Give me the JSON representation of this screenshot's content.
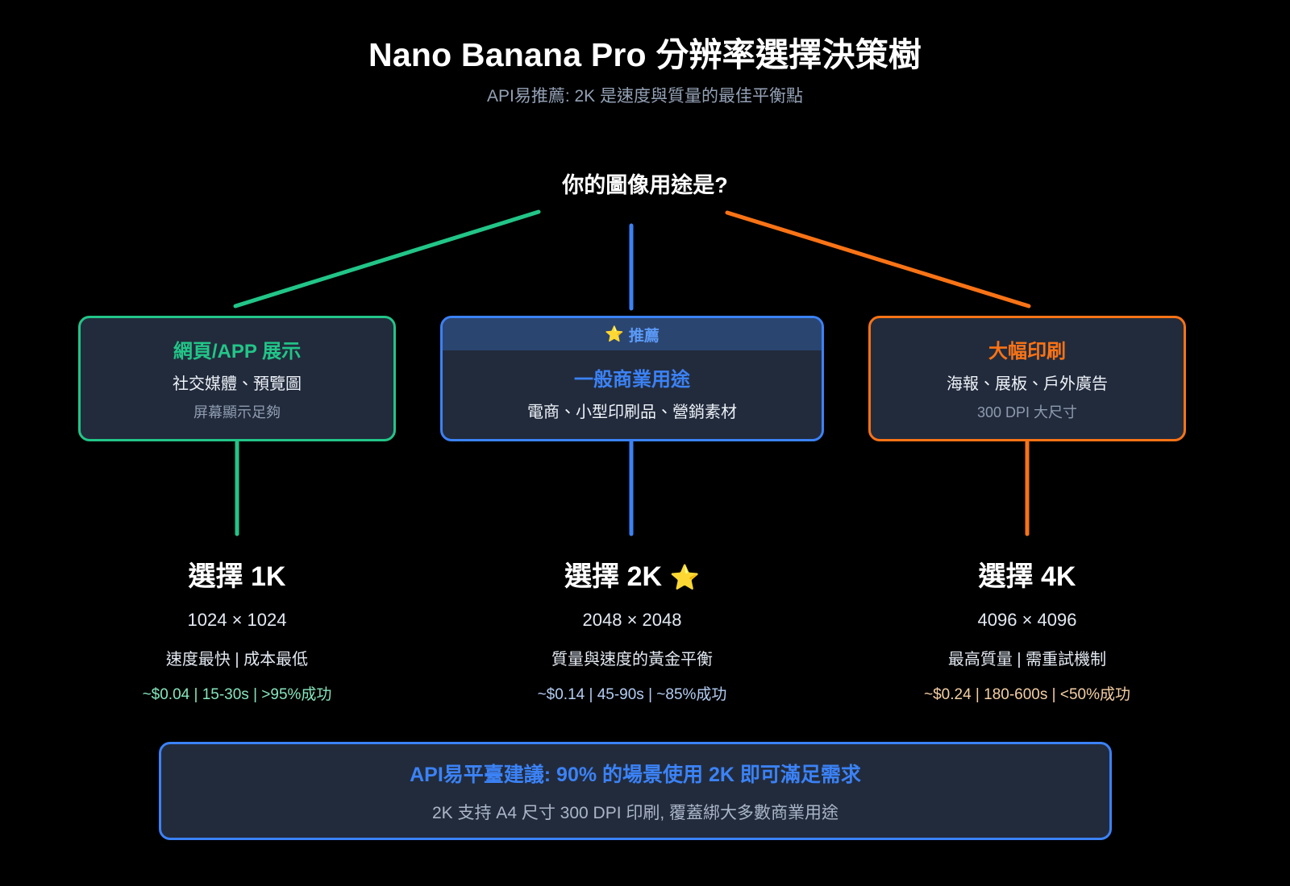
{
  "header": {
    "title": "Nano Banana Pro 分辨率選擇決策樹",
    "subtitle": "API易推薦: 2K 是速度與質量的最佳平衡點"
  },
  "root": {
    "question": "你的圖像用途是?"
  },
  "branches": [
    {
      "id": "web-app",
      "accent": "#22c588",
      "badge": null,
      "title": "網頁/APP 展示",
      "desc": "社交媒體、預覽圖",
      "note": "屏幕顯示足夠"
    },
    {
      "id": "general-commercial",
      "accent": "#3b82f6",
      "badge": "推薦",
      "badge_icon": "⭐",
      "title": "一般商業用途",
      "desc": "電商、小型印刷品、營銷素材",
      "note": null
    },
    {
      "id": "large-format-print",
      "accent": "#f97316",
      "badge": null,
      "title": "大幅印刷",
      "desc": "海報、展板、戶外廣告",
      "note": "300 DPI 大尺寸"
    }
  ],
  "results": [
    {
      "id": "1k",
      "title": "選擇 1K",
      "star": "",
      "dimensions": "1024 × 1024",
      "tagline": "速度最快 | 成本最低",
      "stats": "~$0.04 | 15-30s | >95%成功",
      "stats_color": "#86e5bd"
    },
    {
      "id": "2k",
      "title": "選擇 2K",
      "star": "⭐",
      "dimensions": "2048 × 2048",
      "tagline": "質量與速度的黃金平衡",
      "stats": "~$0.14 | 45-90s | ~85%成功",
      "stats_color": "#b4cdf4"
    },
    {
      "id": "4k",
      "title": "選擇 4K",
      "star": "",
      "dimensions": "4096 × 4096",
      "tagline": "最高質量 | 需重試機制",
      "stats": "~$0.24 | 180-600s | <50%成功",
      "stats_color": "#f5cfa4"
    }
  ],
  "footer": {
    "headline": "API易平臺建議: 90% 的場景使用 2K 即可滿足需求",
    "subtext": "2K 支持 A4 尺寸 300 DPI 印刷, 覆蓋綁大多數商業用途"
  },
  "colors": {
    "background": "#000000",
    "card_background": "#222b3c",
    "badge_background": "#2b4571",
    "green": "#22c588",
    "blue": "#3b82f6",
    "orange": "#f97316",
    "text_primary": "#ffffff",
    "text_muted": "#8e9bb0"
  }
}
